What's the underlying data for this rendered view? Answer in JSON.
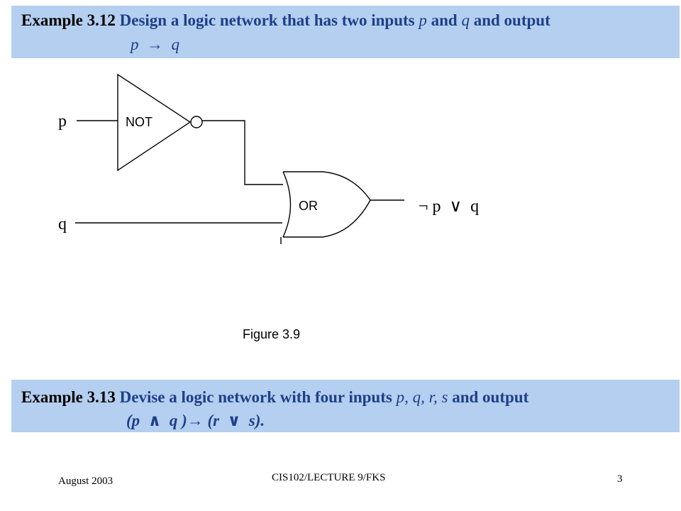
{
  "example1": {
    "label": "Example 3.12",
    "text": "Design a logic network that has two inputs",
    "var_p": "p",
    "and_word": "and",
    "var_q": "q",
    "and_output": "and output",
    "formula": "p  →  q"
  },
  "diagram": {
    "input_p": "p",
    "input_q": "q",
    "not_label": "NOT",
    "or_label": "OR",
    "output_label": "¬ p  ∨  q",
    "figure_caption": "Figure 3.9"
  },
  "example2": {
    "label": "Example 3.13",
    "text": "Devise a logic network with four inputs",
    "vars": "p, q, r, s",
    "and_output": "and output",
    "formula": "(p  ∧  q )→ (r  ∨  s)."
  },
  "footer": {
    "date": "August 2003",
    "course": "CIS102/LECTURE 9/FKS",
    "page": "3"
  },
  "colors": {
    "banner": "#b4cfef",
    "accent_text": "#1f3f8a"
  }
}
